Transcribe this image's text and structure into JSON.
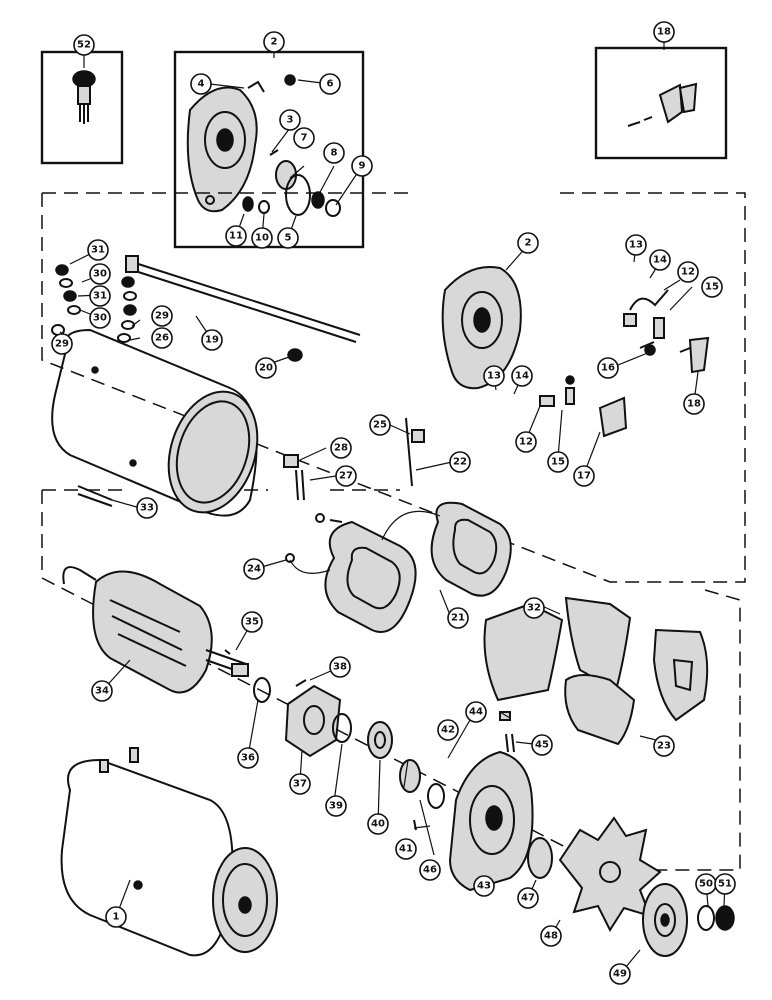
{
  "callouts": {
    "c52": "52",
    "c2_inset": "2",
    "c4": "4",
    "c6": "6",
    "c3": "3",
    "c7": "7",
    "c8": "8",
    "c9": "9",
    "c11": "11",
    "c10": "10",
    "c5": "5",
    "c18_inset": "18",
    "c31a": "31",
    "c30a": "30",
    "c31b": "31",
    "c30b": "30",
    "c29a": "29",
    "c26": "26",
    "c29b": "29",
    "c19": "19",
    "c20": "20",
    "c2_main": "2",
    "c13a": "13",
    "c14a": "14",
    "c12a": "12",
    "c15a": "15",
    "c16": "16",
    "c18_main": "18",
    "c13b": "13",
    "c14b": "14",
    "c12b": "12",
    "c15b": "15",
    "c17": "17",
    "c25": "25",
    "c28": "28",
    "c27": "27",
    "c22": "22",
    "c33": "33",
    "c24": "24",
    "c21": "21",
    "c32": "32",
    "c23": "23",
    "c35": "35",
    "c34": "34",
    "c38": "38",
    "c36": "36",
    "c37": "37",
    "c39": "39",
    "c44": "44",
    "c45": "45",
    "c42": "42",
    "c40": "40",
    "c41": "41",
    "c46": "46",
    "c43": "43",
    "c1": "1",
    "c47": "47",
    "c48": "48",
    "c49": "49",
    "c50": "50",
    "c51": "51"
  }
}
